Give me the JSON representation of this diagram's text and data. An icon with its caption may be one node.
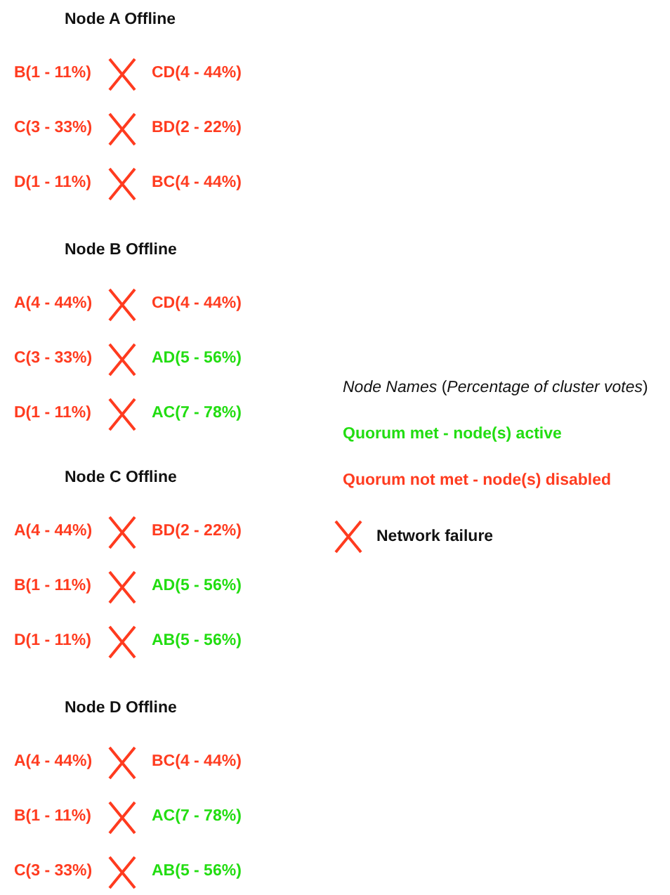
{
  "diagram": {
    "nodes": [
      {
        "text": [
          "Node A Offline"
        ]
      },
      {
        "text": [
          "B(1 - 11%)"
        ],
        "in": 0
      },
      {
        "text": [
          "CD(4 - 44%)"
        ],
        "in": 0
      },
      {
        "text": [
          "C(3 - 33%)"
        ],
        "in": 0
      },
      {
        "text": [
          "BD(2 - 22%)"
        ],
        "in": 0
      },
      {
        "text": [
          "D(1 - 11%)"
        ],
        "in": 0
      },
      {
        "text": [
          "BC(4 - 44%)"
        ],
        "in": 0
      },
      {
        "text": [
          "Node B Offline"
        ]
      },
      {
        "text": [
          "A(4 - 44%)"
        ],
        "in": 7
      },
      {
        "text": [
          "CD(4 - 44%)"
        ],
        "in": 7
      },
      {
        "text": [
          "C(3 - 33%)"
        ],
        "in": 7
      },
      {
        "text": [
          "AD(5 - 56%)"
        ],
        "in": 7
      },
      {
        "text": [
          "D(1 - 11%)"
        ],
        "in": 7
      },
      {
        "text": [
          "AC(7 - 78%)"
        ],
        "in": 7
      },
      {
        "text": [
          "Node C Offline"
        ]
      },
      {
        "text": [
          "A(4 - 44%)"
        ],
        "in": 14
      },
      {
        "text": [
          "BD(2 - 22%)"
        ],
        "in": 14
      },
      {
        "text": [
          "B(1 - 11%)"
        ],
        "in": 14
      },
      {
        "text": [
          "AD(5 - 56%)"
        ],
        "in": 14
      },
      {
        "text": [
          "D(1 - 11%)"
        ],
        "in": 14
      },
      {
        "text": [
          "AB(5 - 56%)"
        ],
        "in": 14
      },
      {
        "text": [
          "Node D Offline"
        ]
      },
      {
        "text": [
          "A(4 - 44%)"
        ],
        "in": 21
      },
      {
        "text": [
          "BC(4 - 44%)"
        ],
        "in": 21
      },
      {
        "text": [
          "B(1 - 11%)"
        ],
        "in": 21
      },
      {
        "text": [
          "AC(7 - 78%)"
        ],
        "in": 21
      },
      {
        "text": [
          "C(3 - 33%)"
        ],
        "in": 21
      },
      {
        "text": [
          "AB(5 - 56%)"
        ],
        "in": 21
      }
    ],
    "labels": [
      "*Node Names* (*Percentage of cluster votes*)"
    ],
    "legend": [
      {
        "text": "Quorum met - node(s) active",
        "color": "#22dd11"
      },
      {
        "text": "Quorum not met - node(s) disabled",
        "color": "#ff3b1f"
      },
      {
        "text": "Network failure"
      }
    ]
  }
}
